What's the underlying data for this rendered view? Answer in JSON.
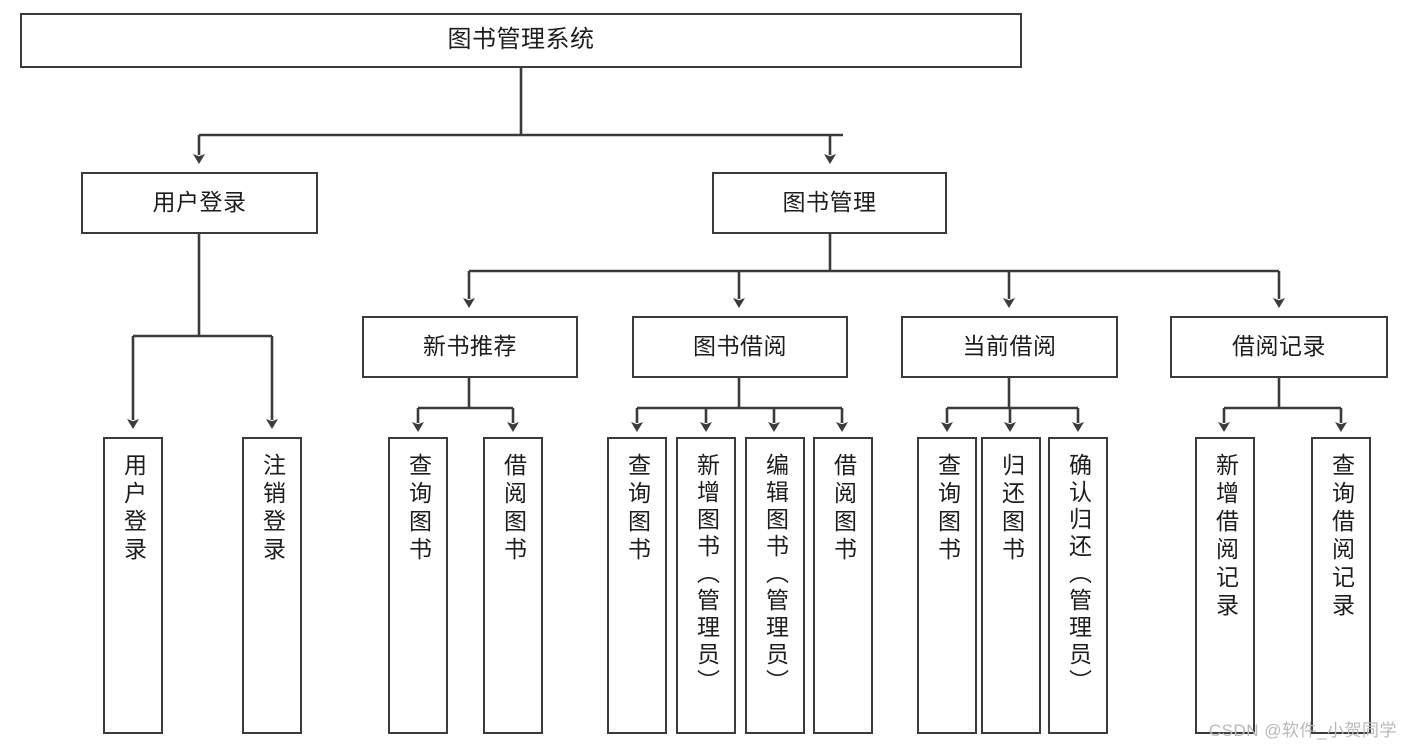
{
  "diagram": {
    "title": "图书管理系统",
    "type": "tree",
    "watermark": "CSDN @软件_小贺同学",
    "colors": {
      "border": "#3b3b3b",
      "edge": "#3b3b3b",
      "background": "#ffffff",
      "text": "#1d1d1d",
      "watermark": "#b9b9b9"
    },
    "levels": {
      "root": {
        "label": "图书管理系统"
      },
      "level2": [
        {
          "id": "user-login",
          "label": "用户登录"
        },
        {
          "id": "book-manage",
          "label": "图书管理"
        }
      ],
      "level3": [
        {
          "id": "new-book-rec",
          "label": "新书推荐",
          "parent": "book-manage"
        },
        {
          "id": "book-borrow",
          "label": "图书借阅",
          "parent": "book-manage"
        },
        {
          "id": "current-borrow",
          "label": "当前借阅",
          "parent": "book-manage"
        },
        {
          "id": "borrow-record",
          "label": "借阅记录",
          "parent": "book-manage"
        }
      ],
      "leaves": [
        {
          "id": "leaf-user-login",
          "label": "用户登录",
          "parent": "user-login"
        },
        {
          "id": "leaf-user-logout",
          "label": "注销登录",
          "parent": "user-login"
        },
        {
          "id": "leaf-rec-query-book",
          "label": "查询图书",
          "parent": "new-book-rec"
        },
        {
          "id": "leaf-rec-borrow-book",
          "label": "借阅图书",
          "parent": "new-book-rec"
        },
        {
          "id": "leaf-borrow-query-book",
          "label": "查询图书",
          "parent": "book-borrow"
        },
        {
          "id": "leaf-borrow-add-book",
          "label": "新增图书（管理员）",
          "parent": "book-borrow"
        },
        {
          "id": "leaf-borrow-edit-book",
          "label": "编辑图书（管理员）",
          "parent": "book-borrow"
        },
        {
          "id": "leaf-borrow-borrow-book",
          "label": "借阅图书",
          "parent": "book-borrow"
        },
        {
          "id": "leaf-cur-query-book",
          "label": "查询图书",
          "parent": "current-borrow"
        },
        {
          "id": "leaf-cur-return-book",
          "label": "归还图书",
          "parent": "current-borrow"
        },
        {
          "id": "leaf-cur-confirm-return",
          "label": "确认归还（管理员）",
          "parent": "current-borrow"
        },
        {
          "id": "leaf-rec-add-record",
          "label": "新增借阅记录",
          "parent": "borrow-record"
        },
        {
          "id": "leaf-rec-query-record",
          "label": "查询借阅记录",
          "parent": "borrow-record"
        }
      ]
    }
  }
}
